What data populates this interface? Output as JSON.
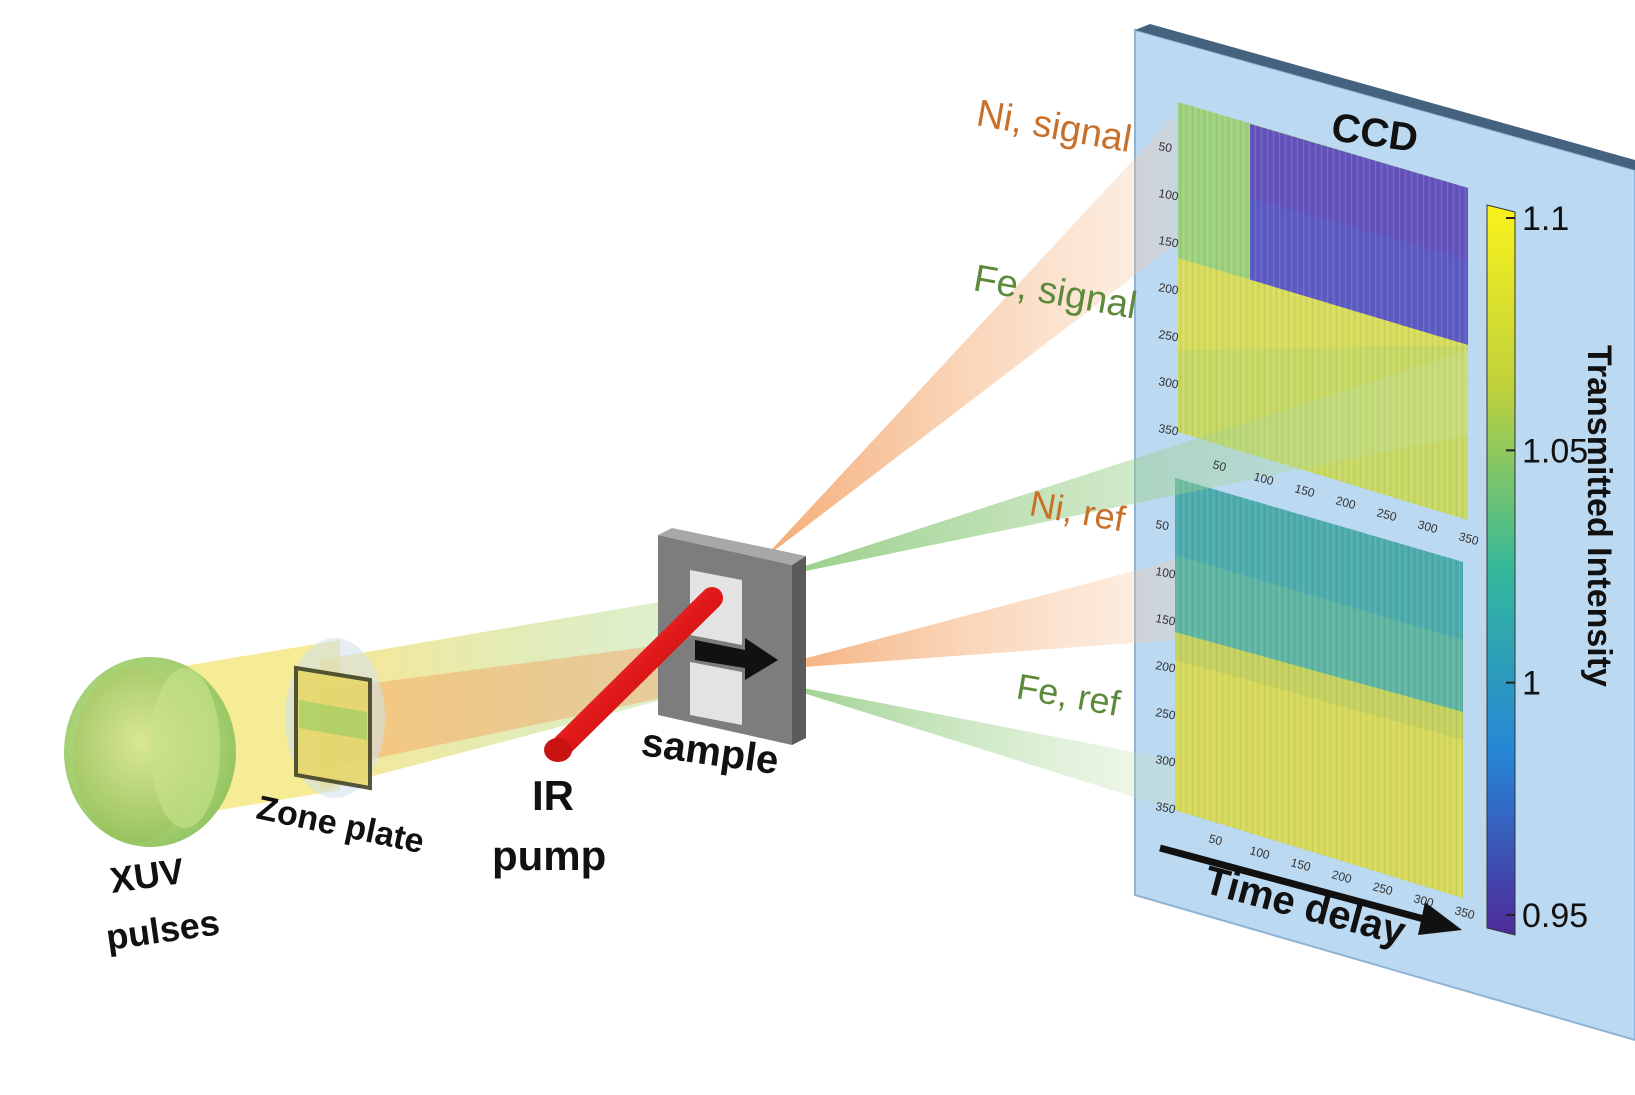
{
  "labels": {
    "xuv": [
      "XUV",
      "pulses"
    ],
    "zone_plate": "Zone plate",
    "ir_pump": [
      "IR",
      "pump"
    ],
    "sample": "sample",
    "ccd": "CCD",
    "time_delay": "Time delay",
    "transmitted_intensity": "Transmitted Intensity"
  },
  "beams": {
    "ni_signal": "Ni, signal",
    "fe_signal": "Fe, signal",
    "ni_ref": "Ni, ref",
    "fe_ref": "Fe, ref"
  },
  "colorbar": {
    "ticks": [
      "1.1",
      "1.05",
      "1",
      "0.95"
    ],
    "values": [
      1.1,
      1.05,
      1.0,
      0.95
    ],
    "range": [
      0.95,
      1.1
    ]
  },
  "image_axes": {
    "top_y_ticks": [
      "50",
      "100",
      "150",
      "200",
      "250",
      "300",
      "350"
    ],
    "top_x_ticks": [
      "50",
      "100",
      "150",
      "200",
      "250",
      "300",
      "350"
    ],
    "bottom_y_ticks": [
      "50",
      "100",
      "150",
      "200",
      "250",
      "300",
      "350"
    ],
    "bottom_x_ticks": [
      "50",
      "100",
      "150",
      "200",
      "250",
      "300",
      "350"
    ]
  },
  "colors": {
    "ni_orange": "#c8702a",
    "fe_green": "#5d8a3a",
    "ccd_panel": "#bcd9f2",
    "ir_red": "#e01818",
    "arrow_black": "#111111"
  }
}
